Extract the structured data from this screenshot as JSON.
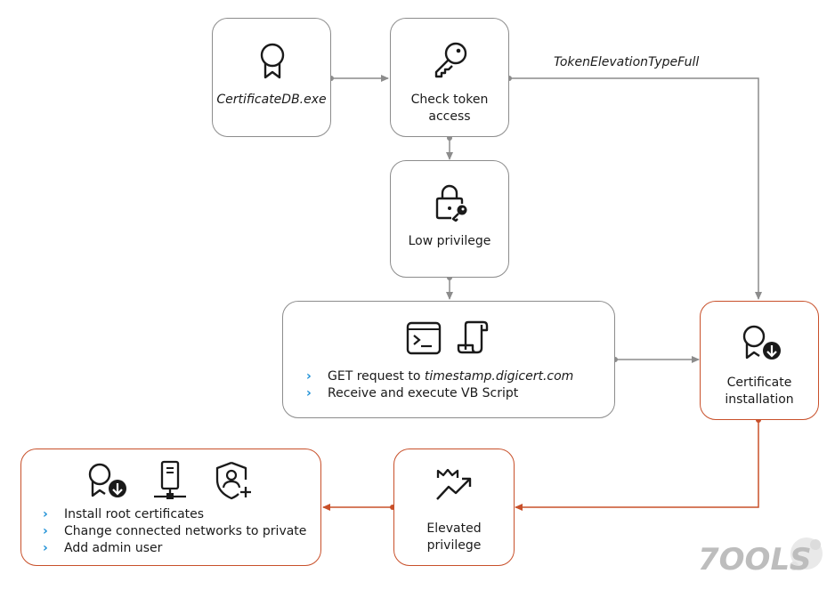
{
  "nodes": {
    "exe": {
      "label": "CertificateDB.exe",
      "icon": "award-ribbon-icon"
    },
    "check": {
      "label_line1": "Check token",
      "label_line2": "access",
      "icon": "key-icon"
    },
    "low": {
      "label": "Low privilege",
      "icon": "lock-key-icon"
    },
    "script": {
      "icons": [
        "terminal-icon",
        "script-scroll-icon"
      ],
      "items": [
        {
          "prefix": "GET request to ",
          "emph": "timestamp.digicert.com"
        },
        {
          "prefix": "Receive and execute VB Script"
        }
      ]
    },
    "cert": {
      "label_line1": "Certificate",
      "label_line2": "installation",
      "icon": "certificate-download-icon"
    },
    "elevated": {
      "label_line1": "Elevated",
      "label_line2": "privilege",
      "icon": "crown-trend-icon"
    },
    "actions": {
      "icons": [
        "certificate-download-icon",
        "network-server-icon",
        "shield-add-user-icon"
      ],
      "items": [
        "Install root certificates",
        "Change connected networks to private",
        "Add admin user"
      ]
    }
  },
  "edge_labels": {
    "token_full": "TokenElevationTypeFull"
  },
  "watermark": "7OOLS",
  "colors": {
    "gray_border": "#8c8c8c",
    "orange": "#c8502a",
    "bullet": "#1e90d6"
  }
}
